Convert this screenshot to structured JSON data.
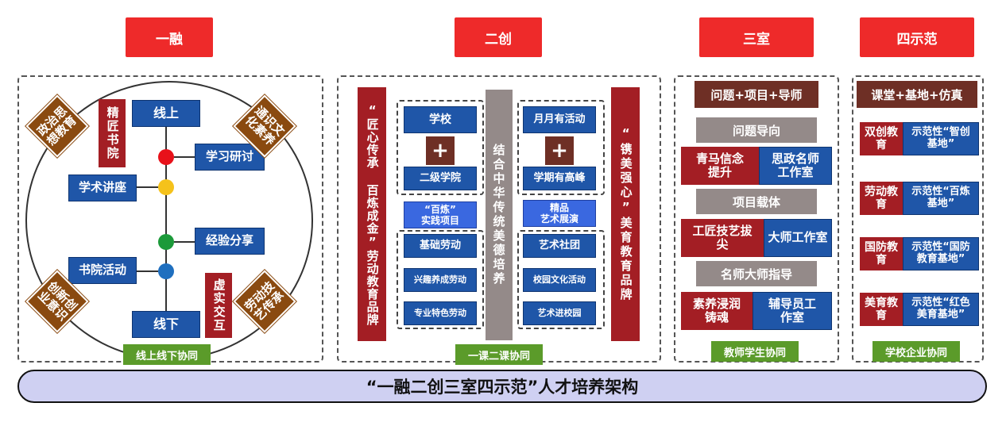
{
  "headers": {
    "h1": "一融",
    "h2": "二创",
    "h3": "三室",
    "h4": "四示范"
  },
  "col1": {
    "corner_tl": "政治思想教育",
    "corner_tr": "通识文化素养",
    "corner_bl": "创新创业意识",
    "corner_br": "劳动技艺传承",
    "online": "线上",
    "offline": "线下",
    "study": "学习研讨",
    "lecture": "学术讲座",
    "share": "经验分享",
    "academy_act": "书院活动",
    "jingjiang": "精匠书院",
    "xushi": "虚实交互",
    "footer": "线上线下协同",
    "dot_colors": [
      "#e8111a",
      "#f5c21b",
      "#1c9a3a",
      "#1f6fbf"
    ]
  },
  "col2": {
    "left_banner": "“匠心传承 百炼成金”劳动教育品牌",
    "center_banner": "结合中华传统美德培养",
    "right_banner": "“镌美强心”美育教育品牌",
    "school": "学校",
    "plus": "+",
    "second_college": "二级学院",
    "bailian_line1": "“百炼”",
    "bailian_line2": "实践项目",
    "basic_labor": "基础劳动",
    "interest_labor": "兴趣养成劳动",
    "special_labor": "专业特色劳动",
    "monthly": "月月有活动",
    "semester": "学期有高峰",
    "jingpin_line1": "精品",
    "jingpin_line2": "艺术展演",
    "art_club": "艺术社团",
    "campus_culture": "校园文化活动",
    "art_in_campus": "艺术进校园",
    "footer": "一课二课协同"
  },
  "col3": {
    "top": "问题+项目+导师",
    "problem_oriented": "问题导向",
    "qingma": "青马信念提升",
    "sizheng": "思政名师工作室",
    "project_carrier": "项目载体",
    "gongjiang": "工匠技艺拔尖",
    "dashi_studio": "大师工作室",
    "mingshi_guide": "名师大师指导",
    "suyang": "素养浸润铸魂",
    "fudaoyuan": "辅导员工作室",
    "footer": "教师学生协同"
  },
  "col4": {
    "top": "课堂+基地+仿真",
    "rows": [
      {
        "left": "双创教育",
        "right": "示范性“智创基地”"
      },
      {
        "left": "劳动教育",
        "right": "示范性“百炼基地”"
      },
      {
        "left": "国防教育",
        "right": "示范性“国防教育基地”"
      },
      {
        "left": "美育教育",
        "right": "示范性“红色美育基地”"
      }
    ],
    "footer": "学校企业协同"
  },
  "bottom_title": "“一融二创三室四示范”人才培养架构"
}
